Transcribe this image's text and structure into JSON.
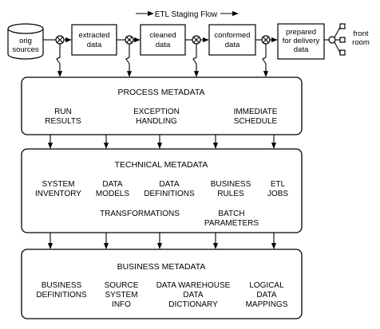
{
  "flow_label": "ETL Staging Flow",
  "stages": {
    "orig_sources": [
      "orig",
      "sources"
    ],
    "extracted_data": [
      "extracted",
      "data"
    ],
    "cleaned_data": [
      "cleaned",
      "data"
    ],
    "conformed_data": [
      "conformed",
      "data"
    ],
    "prepared_data": [
      "prepared",
      "for delivery",
      "data"
    ],
    "front_room": [
      "front",
      "room"
    ]
  },
  "process_metadata": {
    "title": "PROCESS METADATA",
    "items": [
      [
        "RUN",
        "RESULTS"
      ],
      [
        "EXCEPTION",
        "HANDLING"
      ],
      [
        "IMMEDIATE",
        "SCHEDULE"
      ]
    ]
  },
  "technical_metadata": {
    "title": "TECHNICAL METADATA",
    "items": [
      [
        "SYSTEM",
        "INVENTORY"
      ],
      [
        "DATA",
        "MODELS"
      ],
      [
        "DATA",
        "DEFINITIONS"
      ],
      [
        "BUSINESS",
        "RULES"
      ],
      [
        "ETL",
        "JOBS"
      ],
      [
        "TRANSFORMATIONS"
      ],
      [
        "BATCH",
        "PARAMETERS"
      ]
    ]
  },
  "business_metadata": {
    "title": "BUSINESS METADATA",
    "items": [
      [
        "BUSINESS",
        "DEFINITIONS"
      ],
      [
        "SOURCE",
        "SYSTEM",
        "INFO"
      ],
      [
        "DATA WAREHOUSE",
        "DATA",
        "DICTIONARY"
      ],
      [
        "LOGICAL",
        "DATA",
        "MAPPINGS"
      ]
    ]
  }
}
